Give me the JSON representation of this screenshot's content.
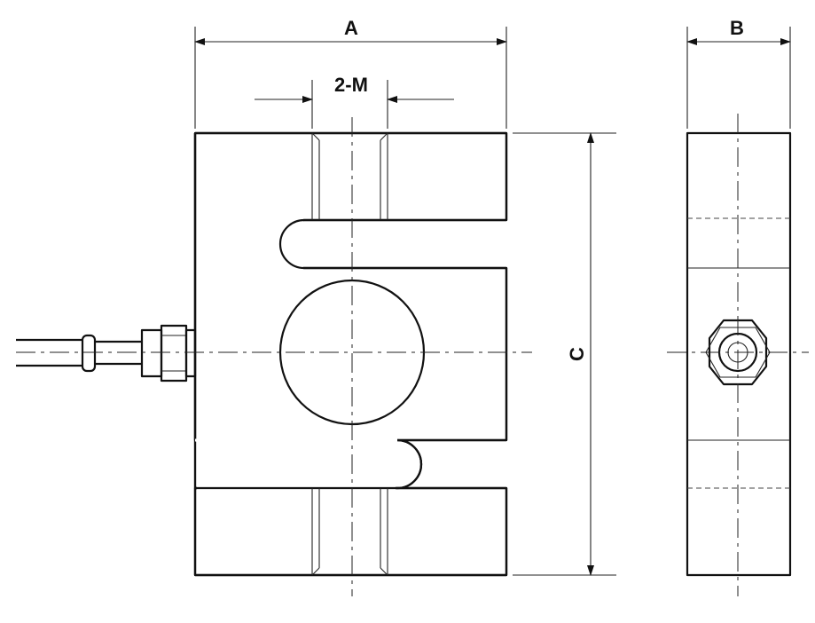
{
  "dimensions": {
    "width_label": "A",
    "thickness_label": "B",
    "height_label": "C",
    "thread_label": "2-M"
  }
}
